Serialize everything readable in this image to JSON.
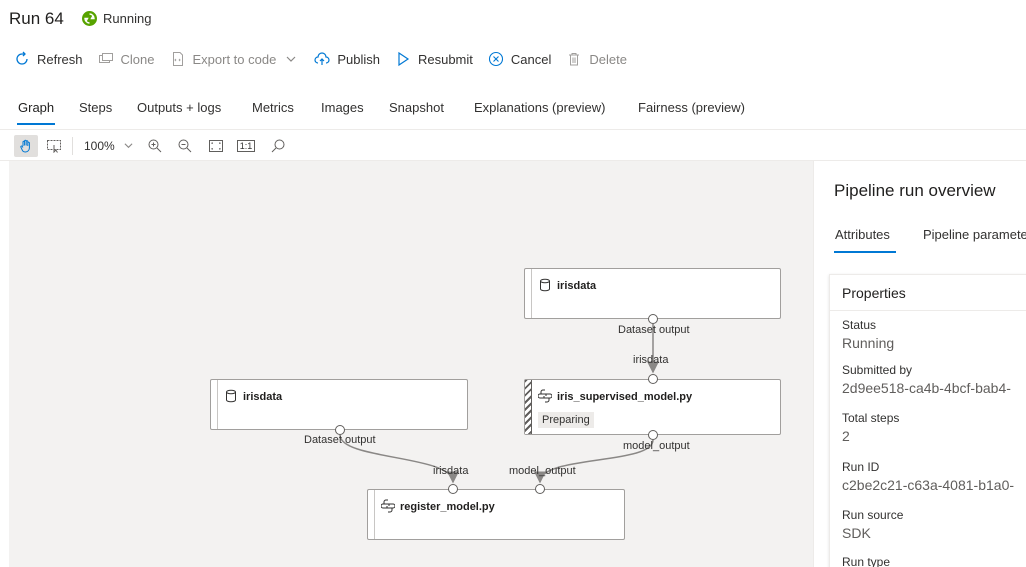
{
  "header": {
    "run_title": "Run 64",
    "status": "Running",
    "status_color": "#57a300"
  },
  "toolbar": {
    "refresh": "Refresh",
    "clone": "Clone",
    "export": "Export to code",
    "publish": "Publish",
    "resubmit": "Resubmit",
    "cancel": "Cancel",
    "delete": "Delete"
  },
  "tabs": [
    "Graph",
    "Steps",
    "Outputs + logs",
    "Metrics",
    "Images",
    "Snapshot",
    "Explanations (preview)",
    "Fairness (preview)"
  ],
  "graph_toolbar": {
    "zoom": "100%",
    "actual_size": "1:1"
  },
  "graph": {
    "nodes": {
      "irisdata_top": {
        "title": "irisdata",
        "output": "Dataset output"
      },
      "supervised": {
        "title": "iris_supervised_model.py",
        "input": "irisdata",
        "output": "model_output",
        "badge": "Preparing"
      },
      "irisdata_left": {
        "title": "irisdata",
        "output": "Dataset output"
      },
      "register": {
        "title": "register_model.py",
        "input1": "irisdata",
        "input2": "model_output"
      }
    }
  },
  "panel": {
    "title": "Pipeline run overview",
    "tabs": [
      "Attributes",
      "Pipeline paramete"
    ],
    "properties_title": "Properties",
    "props": [
      {
        "label": "Status",
        "value": "Running"
      },
      {
        "label": "Submitted by",
        "value": "2d9ee518-ca4b-4bcf-bab4-"
      },
      {
        "label": "Total steps",
        "value": "2"
      },
      {
        "label": "Run ID",
        "value": "c2be2c21-c63a-4081-b1a0-"
      },
      {
        "label": "Run source",
        "value": "SDK"
      },
      {
        "label": "Run type",
        "value": ""
      }
    ]
  },
  "accent_color": "#0078d4"
}
